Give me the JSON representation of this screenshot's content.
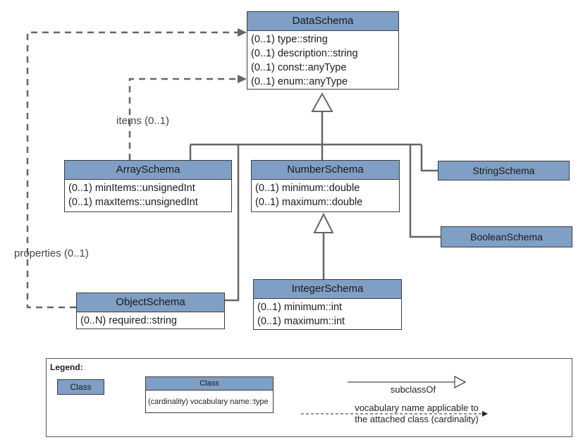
{
  "classes": {
    "data_schema": {
      "name": "DataSchema",
      "attributes": [
        "(0..1) type::string",
        "(0..1) description::string",
        "(0..1) const::anyType",
        "(0..1) enum::anyType"
      ]
    },
    "array_schema": {
      "name": "ArraySchema",
      "attributes": [
        "(0..1) minItems::unsignedInt",
        "(0..1) maxItems::unsignedInt"
      ]
    },
    "number_schema": {
      "name": "NumberSchema",
      "attributes": [
        "(0..1) minimum::double",
        "(0..1) maximum::double"
      ]
    },
    "integer_schema": {
      "name": "IntegerSchema",
      "attributes": [
        "(0..1) minimum::int",
        "(0..1) maximum::int"
      ]
    },
    "object_schema": {
      "name": "ObjectSchema",
      "attributes": [
        "(0..N) required::string"
      ]
    },
    "string_schema": {
      "name": "StringSchema"
    },
    "boolean_schema": {
      "name": "BooleanSchema"
    }
  },
  "edge_labels": {
    "items": "items (0..1)",
    "properties": "properties (0..1)"
  },
  "legend": {
    "title": "Legend:",
    "class_box": "Class",
    "class_with_attrs_name": "Class",
    "class_with_attrs_attr": "(cardinality) vocabulary name::type",
    "subclass_label": "subclassOf",
    "dashed_line_1": "vocabulary name applicable to",
    "dashed_line_2": "the attached class (cardinality)"
  },
  "colors": {
    "class_header": "#7f9fc5",
    "line": "#666666"
  }
}
